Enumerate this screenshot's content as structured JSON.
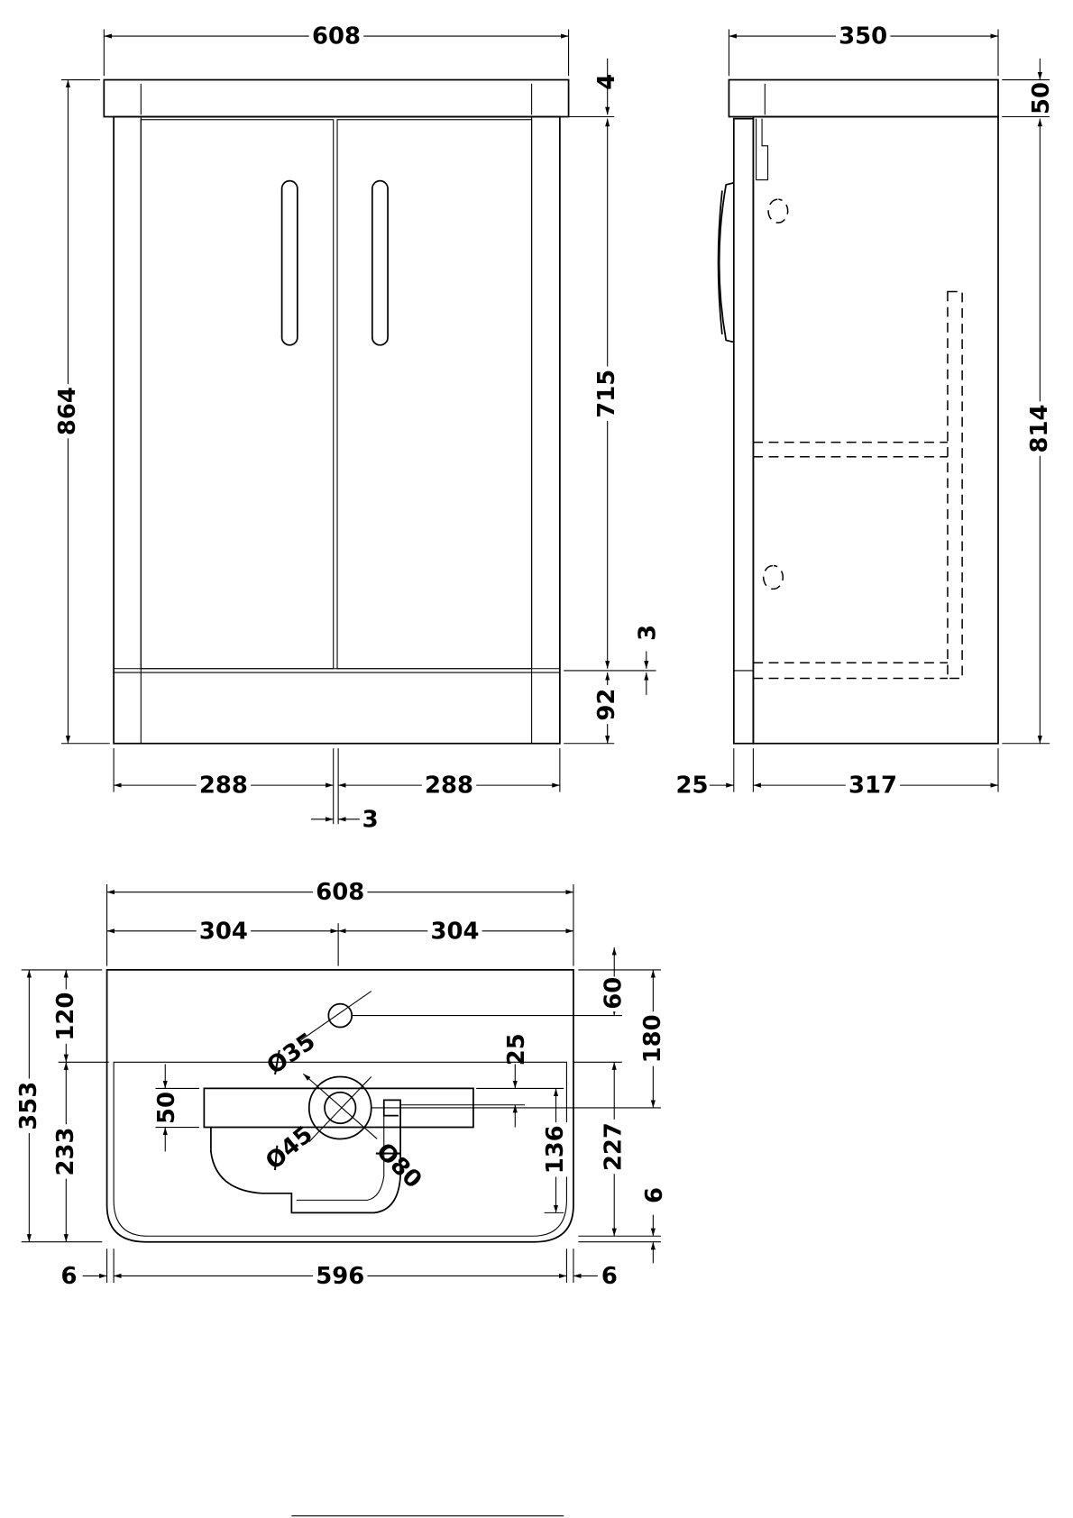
{
  "front_view": {
    "width": "608",
    "height": "864",
    "top_gap": "4",
    "door_height": "715",
    "plinth_gap": "3",
    "plinth_height": "92",
    "door_left": "288",
    "door_right": "288",
    "door_gap": "3"
  },
  "side_view": {
    "depth": "350",
    "top_thickness": "50",
    "body_height": "814",
    "door_thickness": "25",
    "body_depth": "317"
  },
  "basin_plan": {
    "width": "608",
    "half_left": "304",
    "half_right": "304",
    "depth": "353",
    "tap_offset": "120",
    "bowl_depth": "233",
    "tap_hole_y": "60",
    "waste_y": "180",
    "bowl_inner": "227",
    "bottom_rim": "6",
    "tap_dia": "Ø35",
    "waste_dia": "Ø45",
    "waste_outer_dia": "Ø80",
    "rim_left": "6",
    "inner_width": "596",
    "rim_right": "6"
  },
  "basin_section": {
    "rim_height": "50",
    "overflow": "25",
    "total_height": "136"
  }
}
